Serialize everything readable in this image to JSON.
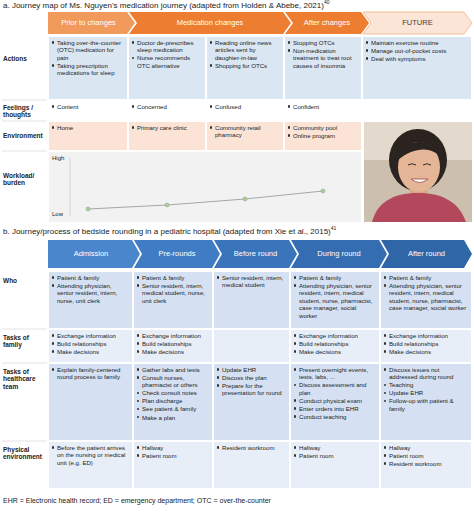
{
  "diagram": {
    "caption": "EHR = Electronic health record; ED = emergency department; OTC = over-the-counter",
    "nodes": [
      {
        "text": [
          "Prior to changes"
        ]
      },
      {
        "text": [
          "Medication changes"
        ]
      },
      {
        "text": [
          "After changes"
        ]
      },
      {
        "text": [
          "FUTURE"
        ]
      },
      {
        "text": [
          "Taking over-the-counter (OTC) medication for pain",
          "Taking prescription medications for sleep"
        ]
      },
      {
        "text": [
          "Doctor de-prescribes sleep medication",
          "Nurse recommends OTC alternative"
        ]
      },
      {
        "text": [
          "Reading online news articles sent by daughter-in-law",
          "Shopping for OTCs"
        ]
      },
      {
        "text": [
          "Stopping OTCs",
          "Non-medication treatment to treat root causes of insomnia"
        ]
      },
      {
        "text": [
          "Maintain exercise routine",
          "Manage out-of-pocket costs",
          "Deal with symptoms"
        ]
      },
      {
        "text": [
          "Content"
        ]
      },
      {
        "text": [
          "Concerned"
        ]
      },
      {
        "text": [
          "Confused"
        ]
      },
      {
        "text": [
          "Confident"
        ]
      },
      {
        "text": [
          "Home"
        ]
      },
      {
        "text": [
          "Primary care clinic"
        ]
      },
      {
        "text": [
          "Community retail pharmacy"
        ]
      },
      {
        "text": [
          "Community pool",
          "Online program"
        ]
      },
      {
        "text": [
          "Admission"
        ]
      },
      {
        "text": [
          "Pre-rounds"
        ]
      },
      {
        "text": [
          "Before round"
        ]
      },
      {
        "text": [
          "During round"
        ]
      },
      {
        "text": [
          "After round"
        ]
      },
      {
        "text": [
          "Patient & family",
          "Attending physician, senior resident, intern, nurse, unit clerk"
        ]
      },
      {
        "text": [
          "Patient & family",
          "Senior resident, intern, medical student, nurse, unit clerk"
        ]
      },
      {
        "text": [
          "Senior resident, intern, medical student"
        ]
      },
      {
        "text": [
          "Patient & family",
          "Attending physician, senior resident, intern, medical student, nurse, pharmacist, case manager, social worker"
        ]
      },
      {
        "text": [
          "Patient & family",
          "Attending physician, senior resident, intern, medical student, nurse, pharmacist, case manager, social worker"
        ]
      },
      {
        "text": [
          "Exchange information",
          "Build relationships",
          "Make decisions"
        ]
      },
      {
        "text": [
          "Exchange information",
          "Build relationships",
          "Make decisions"
        ]
      },
      {
        "text": [
          "Exchange information",
          "Build relationships",
          "Make decisions"
        ]
      },
      {
        "text": [
          "Exchange information",
          "Build relationships",
          "Make decisions"
        ]
      },
      {
        "text": [
          "Explain family-centered round process to family"
        ]
      },
      {
        "text": [
          "Gather labs and tests",
          "Consult nurses, pharmacist or others",
          "Check consult notes",
          "Plan discharge",
          "See patient & family",
          "Make a plan"
        ]
      },
      {
        "text": [
          "Update EHR",
          "Discuss the plan",
          "Prepare for the presentation for round"
        ]
      },
      {
        "text": [
          "Present overnight events, tests, labs, ...",
          "Discuss assessment and plan",
          "Conduct physical exam",
          "Enter orders into EHR",
          "Conduct teaching"
        ]
      },
      {
        "text": [
          "Discuss issues not addressed during round",
          "Teaching",
          "Update EHR",
          "Follow-up with patient & family"
        ]
      },
      {
        "text": [
          "Before the patient arrives on the nursing or medical unit (e.g. ED)"
        ]
      },
      {
        "text": [
          "Hallway",
          "Patient room"
        ]
      },
      {
        "text": [
          "Resident workroom"
        ]
      },
      {
        "text": [
          "Hallway",
          "Patient room"
        ]
      },
      {
        "text": [
          "Hallway",
          "Patient room",
          "Resident workroom"
        ]
      }
    ],
    "labels": [
      "a. Journey map of Ms. Nguyen’s medication journey (adapted from Holden & Abebe, 2021)",
      "40",
      "Actions",
      "Feelings / thoughts",
      "Environment",
      "Workload/ burden",
      "High",
      "Low",
      "b. Journey/process of bedside rounding in a pediatric hospital (adapted from Xie et al., 2015)",
      "41",
      "Who",
      "Tasks of family",
      "Tasks of healthcare team",
      "Physical environment"
    ]
  }
}
